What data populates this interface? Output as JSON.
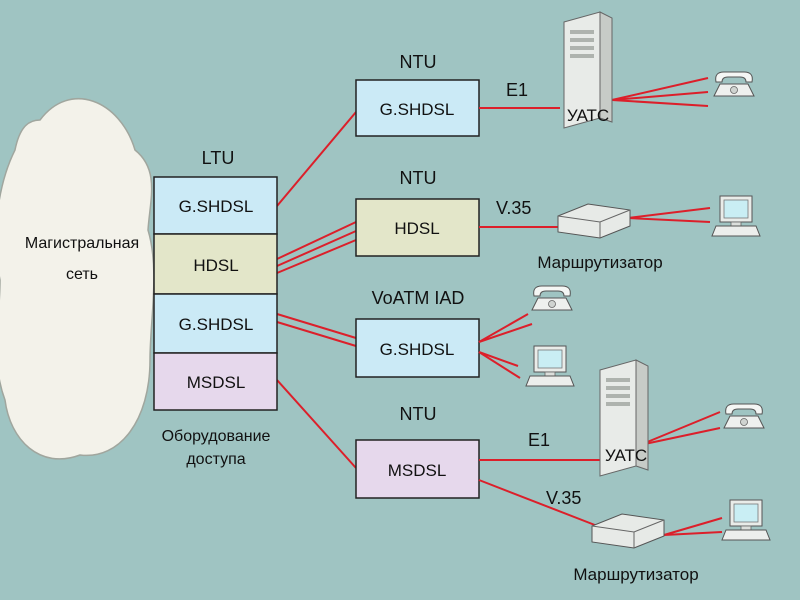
{
  "colors": {
    "background": "#9fc4c2",
    "cloud_fill": "#f3f2ea",
    "gshdsl_fill": "#cbeaf6",
    "hdsl_fill": "#e3e6c9",
    "msdsl_fill": "#e6d8ec",
    "link_red": "#dc1f2a"
  },
  "cloud": {
    "line1": "Магистральная",
    "line2": "сеть"
  },
  "ltu": {
    "title": "LTU",
    "rows": [
      "G.SHDSL",
      "HDSL",
      "G.SHDSL",
      "MSDSL"
    ],
    "caption_line1": "Оборудование",
    "caption_line2": "доступа"
  },
  "nodes": [
    {
      "header": "NTU",
      "label": "G.SHDSL"
    },
    {
      "header": "NTU",
      "label": "HDSL"
    },
    {
      "header": "VoATM IAD",
      "label": "G.SHDSL"
    },
    {
      "header": "NTU",
      "label": "MSDSL"
    }
  ],
  "link_labels": {
    "e1_top": "E1",
    "v35_top": "V.35",
    "e1_bottom": "E1",
    "v35_bottom": "V.35"
  },
  "devices": {
    "pbx_top": "УАТС",
    "router_top": "Маршрутизатор",
    "pbx_bottom": "УАТС",
    "router_bottom": "Маршрутизатор"
  },
  "icons": [
    "cloud-icon",
    "pbx-server-icon",
    "router-icon",
    "telephone-icon",
    "computer-icon"
  ]
}
